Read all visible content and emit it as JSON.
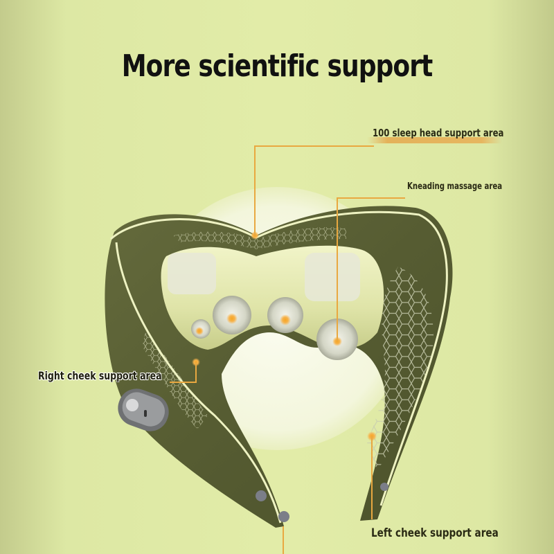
{
  "title": "More scientific support",
  "callouts": {
    "head_support": "100 sleep head support area",
    "kneading": "Kneading massage area",
    "right_cheek": "Right cheek support area",
    "left_cheek": "Left cheek support area"
  },
  "colors": {
    "background": "#e0eaa6",
    "pillow_shell": "#5c6236",
    "pillow_inner": "#ecf0bc",
    "callout_line": "#e9a840",
    "trim": "#f1f3c8",
    "button_gray": "#8a8c8e"
  },
  "icons": {
    "power_button": "power-button-icon",
    "massage_node": "massage-node-icon"
  }
}
